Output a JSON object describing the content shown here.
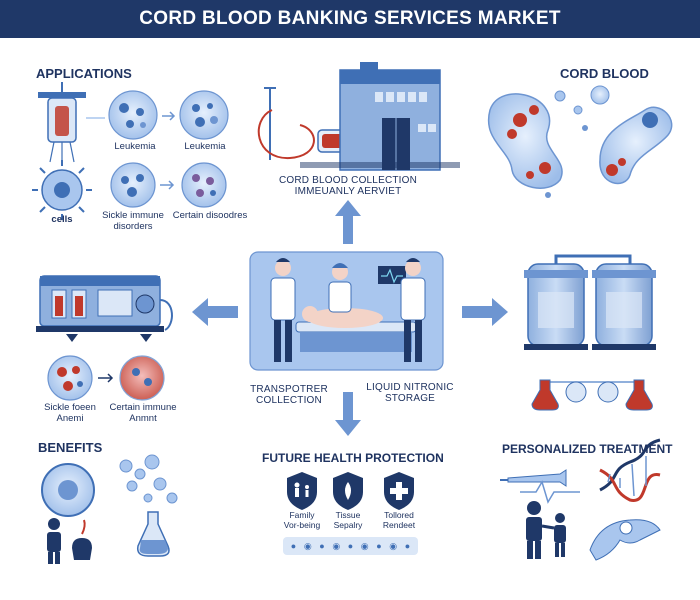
{
  "header": {
    "title": "CORD BLOOD BANKING SERVICES MARKET"
  },
  "sections": {
    "applications": "APPLICATIONS",
    "cord_blood": "CORD BLOOD",
    "benefits": "BENEFITS",
    "future": "FUTURE HEALTH PROTECTION",
    "personalized": "PERSONALIZED TREATMENT"
  },
  "applications": {
    "leukemia_1": "Leukemia",
    "leukemia_2": "Leukemia",
    "cells": "cells",
    "sickle_line1": "Sickle immune",
    "sickle_line2": "disorders",
    "certain": "Certain disoodres"
  },
  "collection": {
    "line1": "CORD BLOOD COLLECTION",
    "line2": "IMMEUANLY AERVIET"
  },
  "transport": {
    "line1": "TRANSPOTRER",
    "line2": "COLLECTION"
  },
  "storage": {
    "line1": "LIQUID NITRONIC",
    "line2": "STORAGE"
  },
  "lab": {
    "sickle_line1": "Sickle foeen",
    "sickle_line2": "Anemi",
    "certain_line1": "Certain immune",
    "certain_line2": "Anmnt"
  },
  "future_icons": {
    "family_line1": "Family",
    "family_line2": "Vor-being",
    "tissue_line1": "Tissue",
    "tissue_line2": "Sepalry",
    "tailored_line1": "Tollored",
    "tailored_line2": "Rendeet"
  },
  "colors": {
    "navy": "#1f3868",
    "blue": "#3f6fb5",
    "light_blue": "#a9c6ee",
    "red": "#c0392b"
  }
}
